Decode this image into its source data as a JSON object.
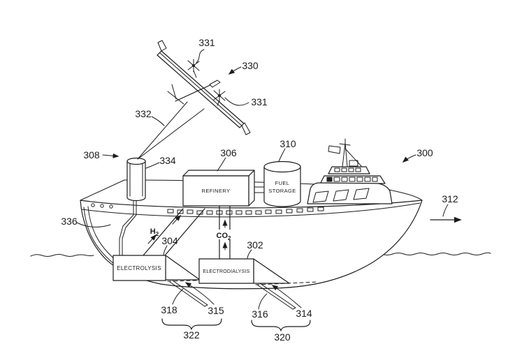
{
  "figure": {
    "background": "#ffffff",
    "ink": "#1c1c1c"
  },
  "reference_numerals": {
    "ship": "300",
    "electrodialysis_unit": "302",
    "electrolysis_unit": "304",
    "refinery_unit": "306",
    "winch_station": "308",
    "fuel_storage_tank": "310",
    "travel_direction": "312",
    "electrodialysis_flow_arrow": "314",
    "electrolysis_flow_arrow": "315",
    "electrodialysis_scoop": "316",
    "electrolysis_scoop": "318",
    "electrodialysis_intake_assembly": "320",
    "electrolysis_intake_assembly": "322",
    "flying_wind_turbine": "330",
    "turbine_rotor_upper": "331",
    "turbine_rotor_lower": "331",
    "tether": "332",
    "tether_winch": "334",
    "hull_conduit": "336"
  },
  "component_labels": {
    "refinery": "REFINERY",
    "fuel_storage_line1": "FUEL",
    "fuel_storage_line2": "STORAGE",
    "electrolysis": "ELECTROLYSIS",
    "electrodialysis": "ELECTRODIALYSIS"
  },
  "flow_labels": {
    "hydrogen_main": "H",
    "hydrogen_subscript": "2",
    "co2_main": "CO",
    "co2_subscript": "2"
  }
}
